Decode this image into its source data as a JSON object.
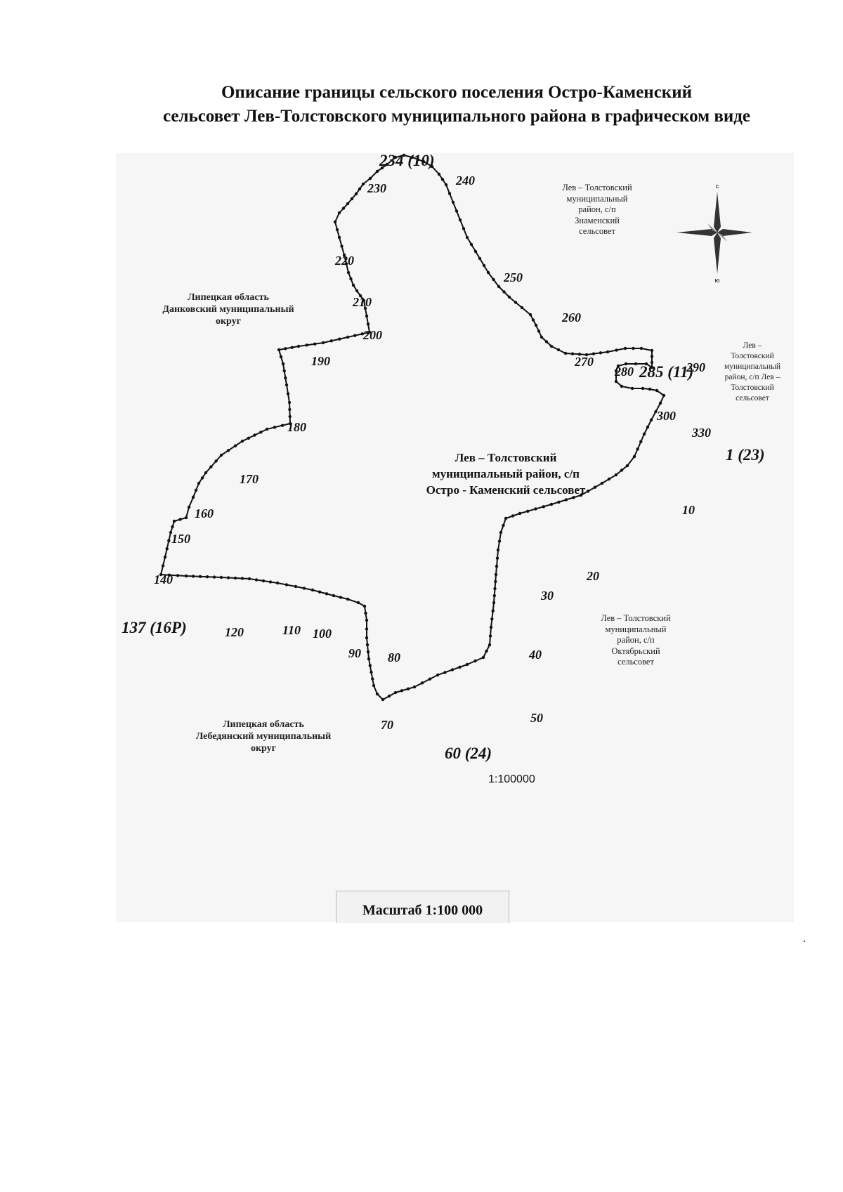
{
  "title": {
    "line1": "Описание границы сельского поселения Остро-Каменский",
    "line2": "сельсовет Лев-Толстовского муниципального района в графическом виде"
  },
  "map": {
    "center_label": [
      "Лев – Толстовский",
      "муниципальный район, с/п",
      "Остро - Каменский сельсовет"
    ],
    "neighbors": {
      "dankov": [
        "Липецкая область",
        "Данковский муниципальный",
        "округ"
      ],
      "lebedyan": [
        "Липецкая область",
        "Лебедянский муниципальный",
        "округ"
      ],
      "znamensky": [
        "Лев – Толстовский",
        "муниципальный",
        "район, с/п",
        "Знаменский",
        "сельсовет"
      ],
      "lev_tolstovsky": [
        "Лев –",
        "Толстовский",
        "муниципальный",
        "район, с/п Лев –",
        "Толстовский",
        "сельсовет"
      ],
      "oktyabrsky": [
        "Лев – Толстовский",
        "муниципальный",
        "район, с/п",
        "Октябрьский",
        "сельсовет"
      ]
    },
    "point_labels": [
      {
        "text": "234 (10)",
        "big": true
      },
      {
        "text": "240"
      },
      {
        "text": "230"
      },
      {
        "text": "220"
      },
      {
        "text": "210"
      },
      {
        "text": "200"
      },
      {
        "text": "190"
      },
      {
        "text": "180"
      },
      {
        "text": "170"
      },
      {
        "text": "160"
      },
      {
        "text": "150"
      },
      {
        "text": "140"
      },
      {
        "text": "137 (16P)",
        "big": true
      },
      {
        "text": "120"
      },
      {
        "text": "110"
      },
      {
        "text": "100"
      },
      {
        "text": "90"
      },
      {
        "text": "80"
      },
      {
        "text": "70"
      },
      {
        "text": "60 (24)",
        "big": true
      },
      {
        "text": "50"
      },
      {
        "text": "40"
      },
      {
        "text": "30"
      },
      {
        "text": "20"
      },
      {
        "text": "10"
      },
      {
        "text": "1 (23)",
        "big": true
      },
      {
        "text": "330"
      },
      {
        "text": "300"
      },
      {
        "text": "290"
      },
      {
        "text": "285 (11)",
        "big": true
      },
      {
        "text": "280"
      },
      {
        "text": "270"
      },
      {
        "text": "260"
      },
      {
        "text": "250"
      }
    ],
    "compass": {
      "north": "с",
      "south": "ю"
    },
    "scale_inline": "1:100000",
    "scale_box": "Масштаб 1:100 000"
  },
  "footer_mark": "."
}
